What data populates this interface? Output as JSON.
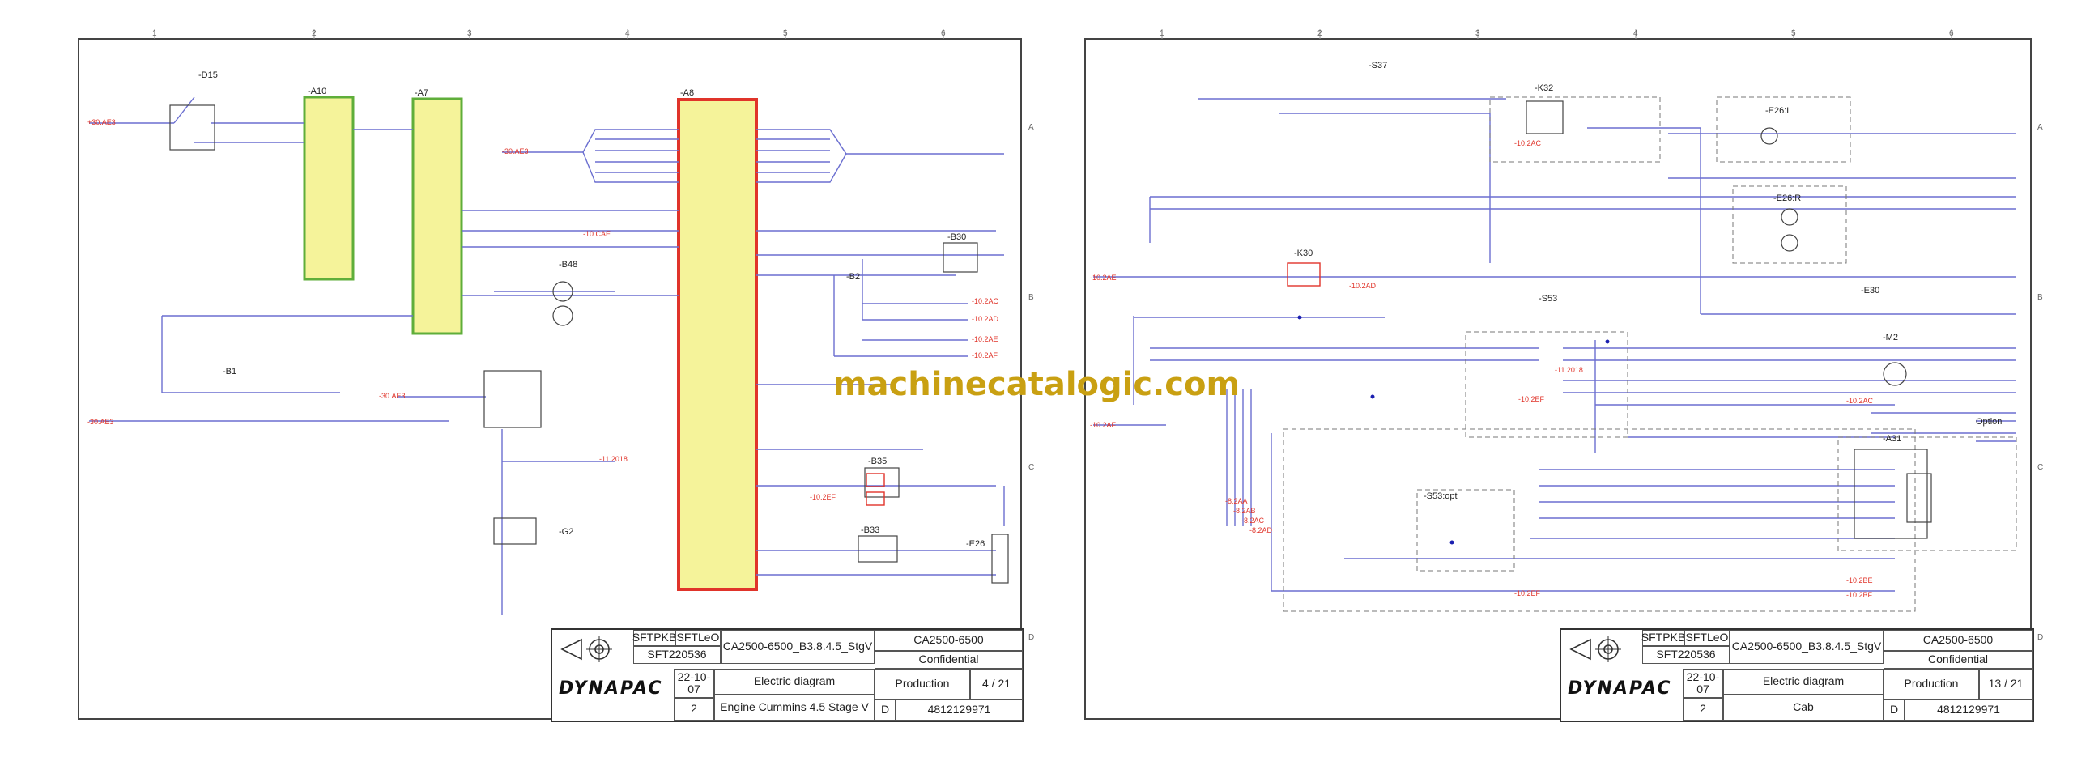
{
  "watermark": "machinecatalogic.com",
  "pages": [
    {
      "title_block": {
        "drawn": "SFTPKB",
        "checked": "SFTLeO",
        "doc": "SFT220536",
        "project": "CA2500-6500_B3.8.4.5_StgV",
        "machine": "CA2500-6500",
        "confidentiality": "Confidential",
        "date": "22-10-07",
        "rev": "2",
        "title_line1": "Electric diagram",
        "title_line2": "Engine Cummins 4.5 Stage V",
        "status": "Production",
        "sheet": "4 / 21",
        "size": "D",
        "drawing_no": "4812129971",
        "logo": "DYNAPAC"
      },
      "labels": {
        "d15": "-D15",
        "a10": "-A10",
        "a7": "-A7",
        "a8": "-A8",
        "b30": "-B30",
        "b48": "-B48",
        "b1": "-B1",
        "g2": "-G2",
        "b35": "-B35",
        "b33": "-B33",
        "b2": "-B2",
        "e26": "-E26"
      }
    },
    {
      "title_block": {
        "drawn": "SFTPKB",
        "checked": "SFTLeO",
        "doc": "SFT220536",
        "project": "CA2500-6500_B3.8.4.5_StgV",
        "machine": "CA2500-6500",
        "confidentiality": "Confidential",
        "date": "22-10-07",
        "rev": "2",
        "title_line1": "Electric diagram",
        "title_line2": "Cab",
        "status": "Production",
        "sheet": "13 / 21",
        "size": "D",
        "drawing_no": "4812129971",
        "logo": "DYNAPAC"
      },
      "labels": {
        "s37": "-S37",
        "k32": "-K32",
        "e26l": "-E26:L",
        "e26r": "-E26:R",
        "k30": "-K30",
        "s53": "-S53",
        "e30": "-E30",
        "m2": "-M2",
        "a31": "-A31",
        "s53opt": "-S53:opt",
        "option": "Option"
      }
    }
  ],
  "colors": {
    "wire": "#6b6fd0",
    "wire_black": "#222222",
    "module_fill": "#f5f39a",
    "module_green": "#5fae3a",
    "module_red": "#e0342a",
    "reference_red": "#e0342a"
  }
}
